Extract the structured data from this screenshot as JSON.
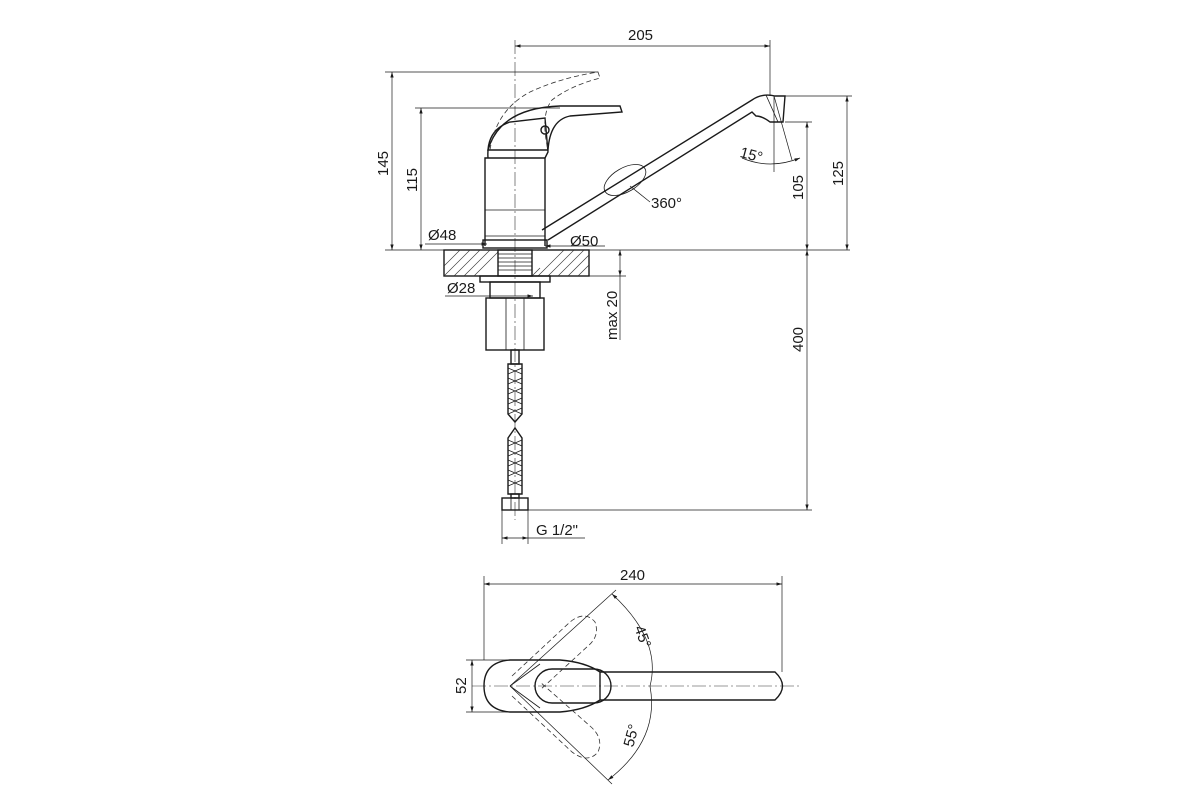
{
  "side_view": {
    "width_spout": "205",
    "height_total": "145",
    "height_body": "115",
    "height_spout": "105",
    "height_spout_top": "125",
    "angle_aerator": "15°",
    "rotation": "360°",
    "dia_base": "Ø48",
    "dia_collar": "Ø50",
    "dia_shank": "Ø28",
    "max_thickness": "max 20",
    "hose_length": "400",
    "thread": "G 1/2\""
  },
  "top_view": {
    "width_total": "240",
    "width_body": "52",
    "angle_left": "45°",
    "angle_right": "55°"
  }
}
